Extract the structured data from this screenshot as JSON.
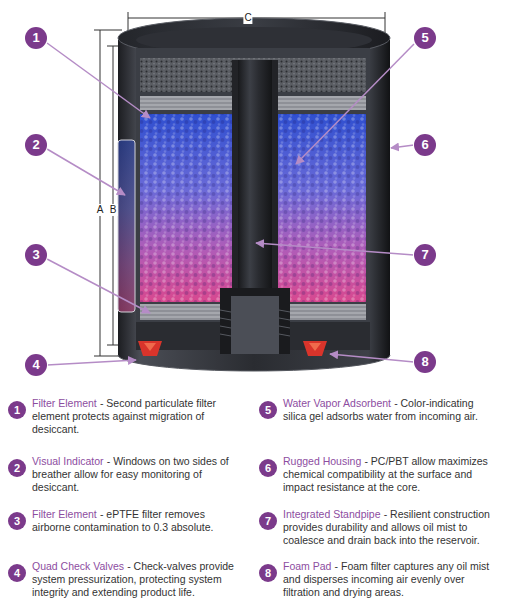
{
  "diagram": {
    "nodes": [
      {
        "text": [
          "1"
        ]
      },
      {
        "text": [
          "5"
        ]
      },
      {
        "text": [
          "2"
        ]
      },
      {
        "text": [
          "6"
        ]
      },
      {
        "text": [
          "3"
        ]
      },
      {
        "text": [
          "7"
        ]
      },
      {
        "text": [
          "4"
        ]
      },
      {
        "text": [
          "8"
        ]
      },
      {
        "text": [
          "1",
          "Filter Element",
          "- Second particulate filter element protects against migration of desiccant."
        ]
      },
      {
        "text": [
          "5",
          "Water Vapor Adsorbent",
          "- Color-indicating silica gel adsorbs water from incoming air."
        ]
      },
      {
        "text": [
          "2",
          "Visual Indicator",
          "- Windows on two sides of breather allow for easy monitoring of desiccant."
        ]
      },
      {
        "text": [
          "6",
          "Rugged Housing",
          "- PC/PBT allow maximizes chemical compatibility at the surface and impact resistance at the core."
        ]
      },
      {
        "text": [
          "3",
          "Filter Element",
          "- ePTFE filter removes airborne contamination to 0.3 absolute."
        ]
      },
      {
        "text": [
          "7",
          "Integrated Standpipe",
          "- Resilient construction provides durability and allows oil mist to coalesce and drain back into the reservoir."
        ]
      },
      {
        "text": [
          "4",
          "Quad Check Valves",
          "- Check-valves provide system pressurization, protecting system integrity and extending product life."
        ]
      },
      {
        "text": [
          "8",
          "Foam Pad",
          "- Foam filter captures any oil mist and disperses incoming air evenly over filtration and drying areas."
        ]
      }
    ],
    "labels": [
      "C",
      "A",
      "B"
    ]
  }
}
